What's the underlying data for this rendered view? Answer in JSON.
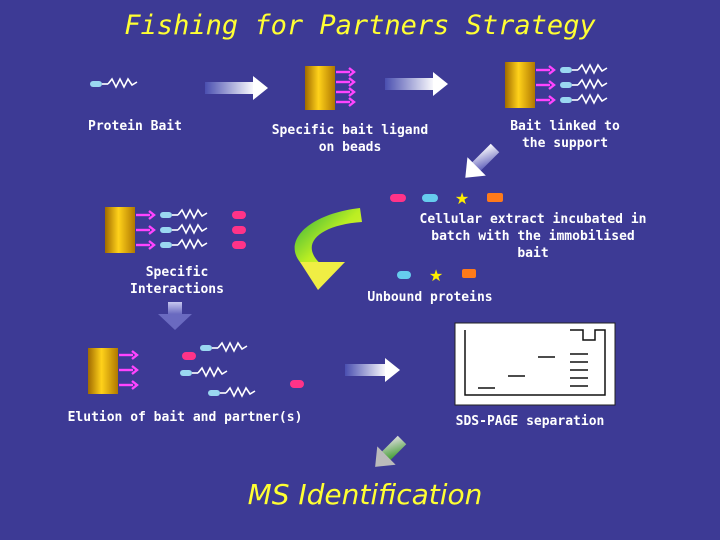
{
  "title": "Fishing for Partners Strategy",
  "labels": {
    "protein_bait": "Protein Bait",
    "specific_ligand": "Specific bait ligand\non beads",
    "bait_linked": "Bait linked to\nthe support",
    "cellular_extract": "Cellular extract incubated in\nbatch with the immobilised\nbait",
    "specific_interactions": "Specific\nInteractions",
    "unbound": "Unbound proteins",
    "elution": "Elution of bait and partner(s)",
    "sds_page": "SDS-PAGE separation",
    "ms": "MS Identification"
  },
  "colors": {
    "background": "#3d3a95",
    "title": "#ffff33",
    "bead": "#d4a017",
    "ligand": "#ff44ff",
    "bait_head": "#9ad7f0",
    "partner": "#ff3388",
    "star": "#ffee00",
    "orange_protein": "#ff7a1a",
    "green_arrow": "#88dd22"
  },
  "icons": [
    "bead-icon",
    "protein-icon",
    "arrow-icon",
    "star-icon",
    "gel-icon",
    "curved-arrow-icon"
  ]
}
